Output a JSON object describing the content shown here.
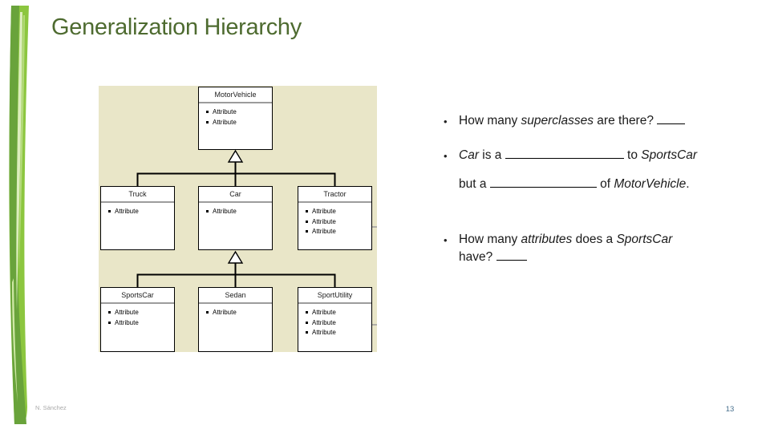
{
  "slide": {
    "title": "Generalization Hierarchy",
    "footer_author": "N. Sánchez",
    "page_number": "13"
  },
  "colors": {
    "title_green": "#4e6b30",
    "diagram_background": "#e9e6c8",
    "ribbon_green_dark": "#69a33b",
    "ribbon_green_mid": "#8cc63f",
    "ribbon_green_pale": "#dcedbd",
    "page_number_blue": "#48708e"
  },
  "diagram": {
    "classes": [
      {
        "name": "MotorVehicle",
        "attributes": [
          "Attribute",
          "Attribute"
        ]
      },
      {
        "name": "Truck",
        "attributes": [
          "Attribute"
        ]
      },
      {
        "name": "Car",
        "attributes": [
          "Attribute"
        ]
      },
      {
        "name": "Tractor",
        "attributes": [
          "Attribute",
          "Attribute",
          "Attribute"
        ]
      },
      {
        "name": "SportsCar",
        "attributes": [
          "Attribute",
          "Attribute"
        ]
      },
      {
        "name": "Sedan",
        "attributes": [
          "Attribute"
        ]
      },
      {
        "name": "SportUtility",
        "attributes": [
          "Attribute",
          "Attribute",
          "Attribute"
        ]
      }
    ]
  },
  "questions": {
    "bullet": "•",
    "q1": {
      "pre": "How many ",
      "em1": "superclasses",
      "post": " are there? "
    },
    "q2": {
      "em1": "Car",
      "mid1": " is a ",
      "mid2": " to ",
      "em2": "SportsCar"
    },
    "q2b": {
      "pre": "but a ",
      "mid": " of ",
      "em1": "MotorVehicle",
      "end": "."
    },
    "q3": {
      "pre": "How many ",
      "em1": "attributes",
      "mid": " does a ",
      "em2": "SportsCar",
      "line2": "have? "
    }
  }
}
